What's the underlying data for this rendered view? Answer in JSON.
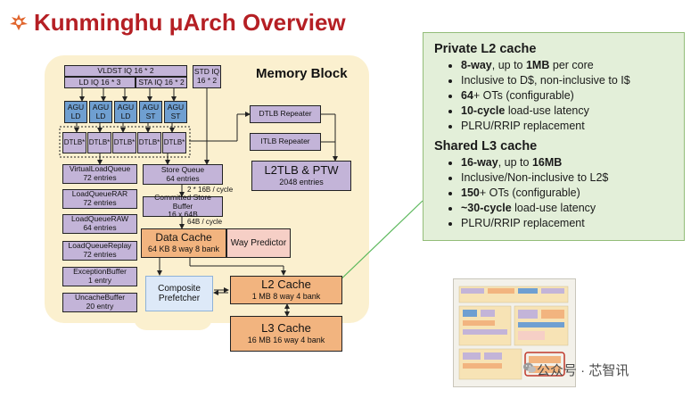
{
  "title": "Kunminghu μArch Overview",
  "memory_block": {
    "label": "Memory Block",
    "vldst_iq": "VLDST IQ 16 * 2",
    "ld_iq": "LD IQ 16 * 3",
    "sta_iq": "STA IQ 16 * 2",
    "std_iq": [
      "STD IQ",
      "16 * 2"
    ],
    "agus": [
      [
        "AGU",
        "LD"
      ],
      [
        "AGU",
        "LD"
      ],
      [
        "AGU",
        "LD"
      ],
      [
        "AGU",
        "ST"
      ],
      [
        "AGU",
        "ST"
      ]
    ],
    "dtlb_label": "DTLB*",
    "dtlb_repeater": "DTLB Repeater",
    "itlb_repeater": "ITLB Repeater",
    "l2tlb": [
      "L2TLB & PTW",
      "2048 entries"
    ],
    "queues": [
      [
        "VirtualLoadQueue",
        "72 entries"
      ],
      [
        "LoadQueueRAR",
        "72 entries"
      ],
      [
        "LoadQueueRAW",
        "64 entries"
      ],
      [
        "LoadQueueReplay",
        "72 entries"
      ],
      [
        "ExceptionBuffer",
        "1 entry"
      ],
      [
        "UncacheBuffer",
        "20 entry"
      ]
    ],
    "store_queue": [
      "Store Queue",
      "64 entries"
    ],
    "bw_sq_csb": "2 * 16B / cycle",
    "committed_store_buffer": [
      "Committed Store Buffer",
      "16 x 64B"
    ],
    "bw_csb_dc": "64B / cycle",
    "data_cache": [
      "Data Cache",
      "64 KB 8 way 8 bank"
    ],
    "way_predictor": "Way Predictor",
    "composite_prefetcher": [
      "Composite",
      "Prefetcher"
    ],
    "l2_cache": [
      "L2 Cache",
      "1 MB 8 way 4 bank"
    ],
    "l3_cache": [
      "L3 Cache",
      "16 MB 16 way 4 bank"
    ]
  },
  "panel": {
    "private_title": "Private L2 cache",
    "private_items": [
      {
        "bold": "8-way",
        "rest": ", up to ",
        "bold2": "1MB",
        "rest2": " per core"
      },
      {
        "bold": "",
        "rest": "Inclusive to D$, non-inclusive to I$",
        "bold2": "",
        "rest2": ""
      },
      {
        "bold": "64",
        "rest": "+ OTs (configurable)",
        "bold2": "",
        "rest2": ""
      },
      {
        "bold": "10-cycle",
        "rest": " load-use latency",
        "bold2": "",
        "rest2": ""
      },
      {
        "bold": "",
        "rest": "PLRU/RRIP replacement",
        "bold2": "",
        "rest2": ""
      }
    ],
    "shared_title": "Shared L3 cache",
    "shared_items": [
      {
        "bold": "16-way",
        "rest": ", up to ",
        "bold2": "16MB",
        "rest2": ""
      },
      {
        "bold": "",
        "rest": "Inclusive/Non-inclusive to L2$",
        "bold2": "",
        "rest2": ""
      },
      {
        "bold": "150",
        "rest": "+ OTs (configurable)",
        "bold2": "",
        "rest2": ""
      },
      {
        "bold": "~30-cycle",
        "rest": " load-use latency",
        "bold2": "",
        "rest2": ""
      },
      {
        "bold": "",
        "rest": "PLRU/RRIP replacement",
        "bold2": "",
        "rest2": ""
      }
    ]
  },
  "watermark": "公众号 · 芯智讯",
  "colors": {
    "title": "#b51f24",
    "memory_block_bg": "#fbf0cf",
    "queue": "#c3b4d8",
    "agu": "#6f9fd1",
    "cache": "#f2b47f",
    "way_predictor": "#f6cfc6",
    "prefetcher": "#dde9f8",
    "panel_bg": "#e3efd9",
    "callout_line": "#5cb85c"
  }
}
